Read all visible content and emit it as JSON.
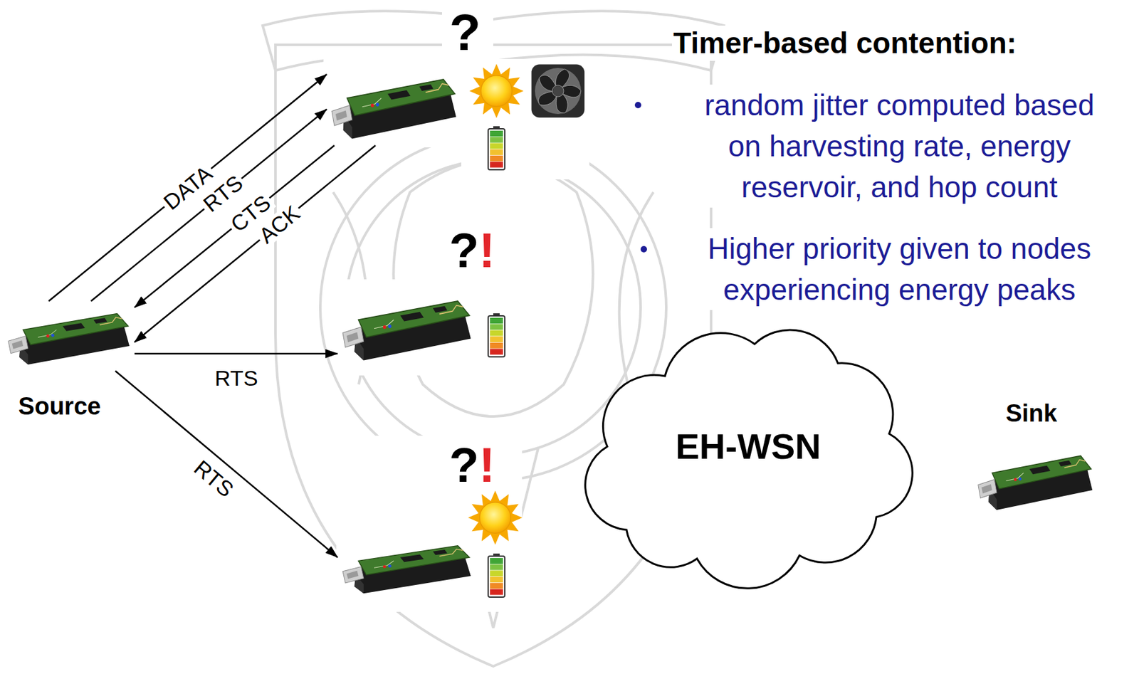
{
  "diagram": {
    "title": "Timer-based contention:",
    "nodes": [
      {
        "text": [
          "Source"
        ]
      },
      {
        "text": [
          "?"
        ]
      },
      {
        "text": [
          "?!"
        ]
      },
      {
        "text": [
          "?!"
        ]
      },
      {
        "text": [
          "EH-WSN"
        ]
      },
      {
        "text": [
          "Sink"
        ]
      }
    ],
    "edges": [
      {
        "from": 0,
        "to": 1,
        "label": "DATA",
        "arrow": "to"
      },
      {
        "from": 0,
        "to": 1,
        "label": "RTS",
        "arrow": "to"
      },
      {
        "from": 1,
        "to": 0,
        "label": "CTS",
        "arrow": "to"
      },
      {
        "from": 1,
        "to": 0,
        "label": "ACK",
        "arrow": "to"
      },
      {
        "from": 0,
        "to": 2,
        "label": "RTS",
        "arrow": "to"
      },
      {
        "from": 0,
        "to": 3,
        "label": "RTS",
        "arrow": "to"
      }
    ],
    "labels": [
      "random jitter computed based on harvesting rate, energy reservoir, and hop count",
      "Higher priority given to nodes experiencing energy peaks"
    ]
  }
}
